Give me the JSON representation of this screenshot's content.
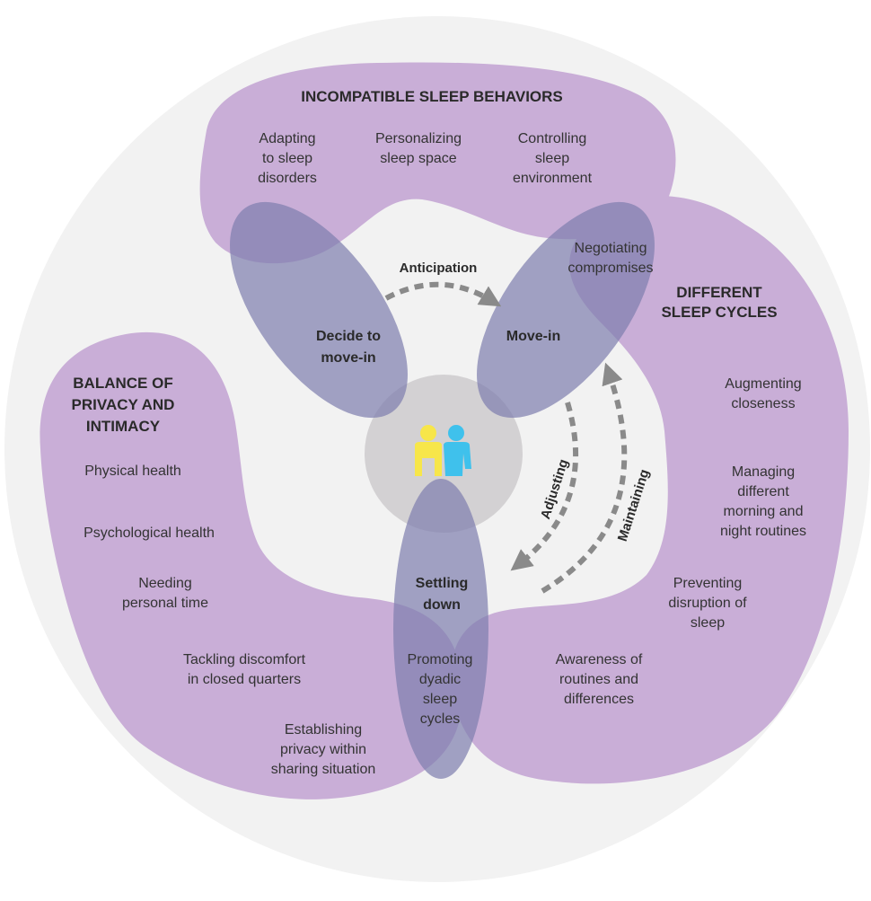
{
  "colors": {
    "background_circle": "#f2f2f2",
    "purple_region": "#c9aed7",
    "stage_petal": "#7f7fae",
    "center_circle": "#d3d1d3",
    "arrow": "#8a8a8a",
    "person_yellow": "#f7e64a",
    "person_blue": "#3fc1ec"
  },
  "regions": {
    "incompatible": {
      "title": "INCOMPATIBLE SLEEP BEHAVIORS",
      "items": [
        "Adapting\nto sleep\ndisorders",
        "Personalizing\nsleep space",
        "Controlling\nsleep\nenvironment"
      ]
    },
    "different": {
      "title": "DIFFERENT\nSLEEP CYCLES",
      "items": [
        "Negotiating\ncompromises",
        "Augmenting\ncloseness",
        "Managing\ndifferent\nmorning and\nnight routines",
        "Preventing\ndisruption of\nsleep",
        "Awareness of\nroutines and\ndifferences"
      ]
    },
    "balance": {
      "title": "BALANCE OF\nPRIVACY AND\nINTIMACY",
      "items": [
        "Physical health",
        "Psychological health",
        "Needing\npersonal time",
        "Tackling discomfort\nin closed quarters",
        "Establishing\nprivacy within\nsharing situation"
      ]
    }
  },
  "stages": {
    "decide": "Decide to\nmove-in",
    "movein": "Move-in",
    "settling": "Settling\ndown",
    "settling_item": "Promoting\ndyadic\nsleep\ncycles"
  },
  "transitions": {
    "anticipation": "Anticipation",
    "adjusting": "Adjusting",
    "maintaining": "Maintaining"
  },
  "center_icon": "couple-icon"
}
